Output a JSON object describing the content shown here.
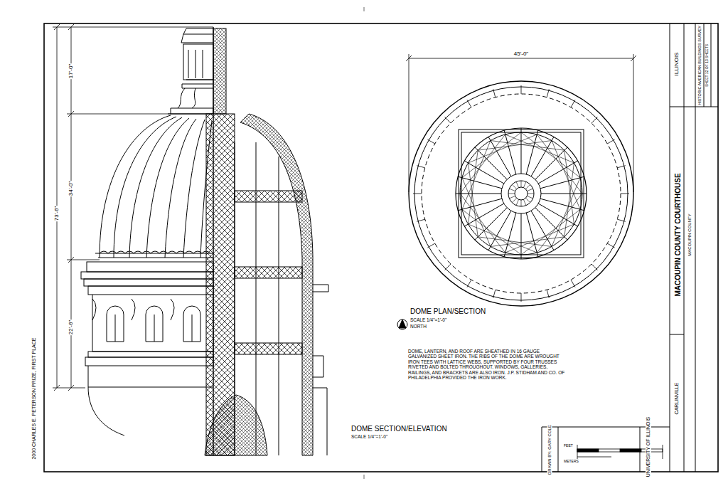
{
  "diagram": {
    "title": "MACOUPIN COUNTY COURTHOUSE",
    "labels": [
      "17'-0\"",
      "73'-6\"",
      "34'-0\"",
      "22'-6\"",
      "45'-0\"",
      "DOME PLAN/SECTION",
      "SCALE 1/4\"=1'-0\"",
      "NORTH",
      "DOME, LANTERN, AND ROOF ARE SHEATHED IN 16 GAUGE GALVANIZED SHEET IRON. THE RIBS OF THE DOME ARE WROUGHT IRON TEES WITH LATTICE WEBS, SUPPORTED BY FOUR TRUSSES RIVETED AND BOLTED THROUGHOUT. WINDOWS, GALLERIES, RAILINGS, AND BRACKETS ARE ALSO IRON. J.P. STIDHAM AND CO. OF PHILADELPHIA PROVIDED THE IRON WORK.",
      "DOME SECTION/ELEVATION",
      "SCALE 1/4\"=1'-0\"",
      "FEET",
      "METERS",
      "2000 CHARLES E. PETERSON PRIZE, FIRST PLACE",
      "DRAWN BY: GARY COLE",
      "UNIVERSITY OF ILLINOIS",
      "CARLINVILLE",
      "MACOUPIN COUNTY",
      "ILLINOIS",
      "HISTORIC AMERICAN BUILDINGS SURVEY",
      "SHEET 12 OF 13 SHEETS"
    ]
  }
}
